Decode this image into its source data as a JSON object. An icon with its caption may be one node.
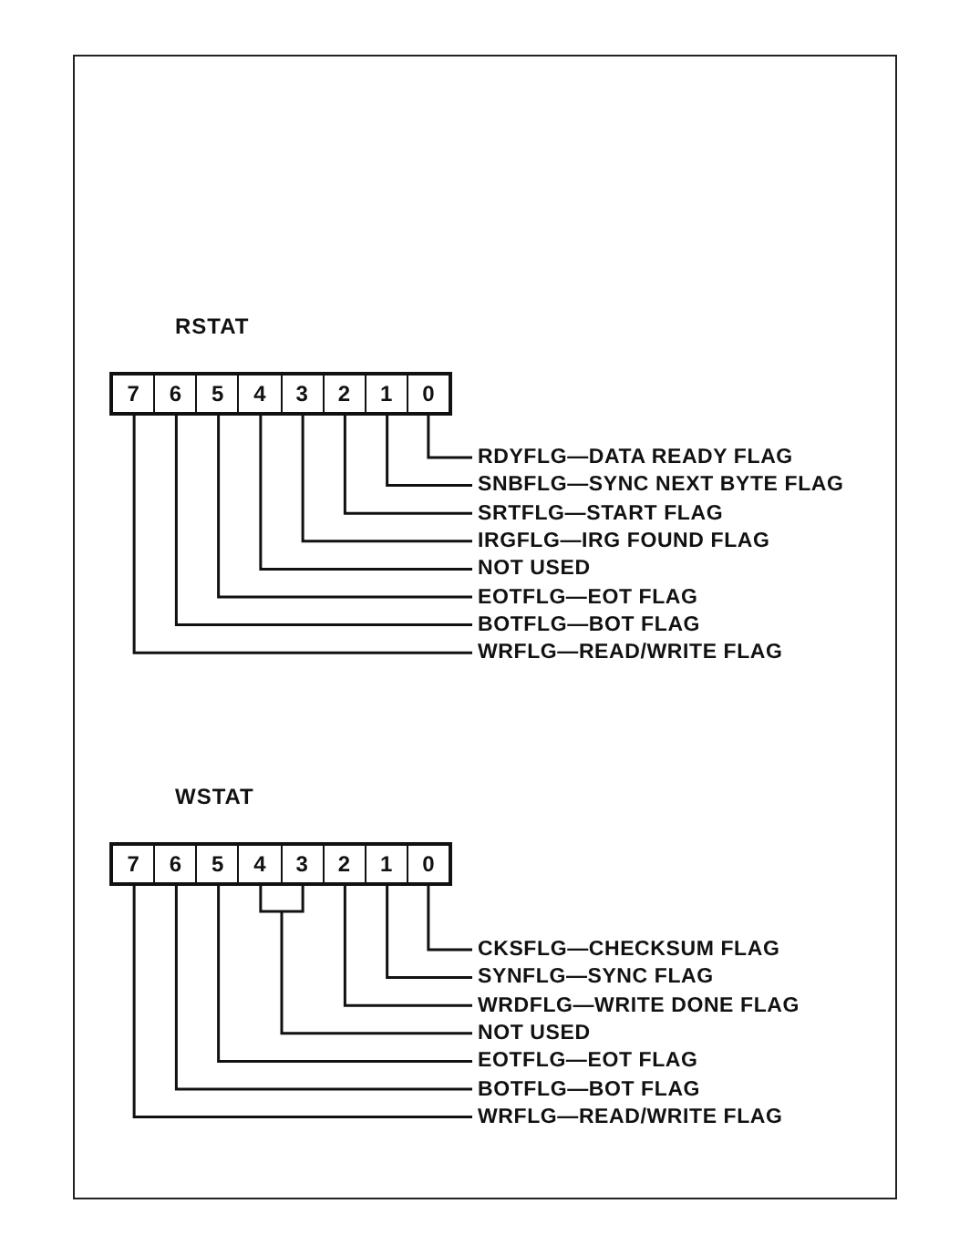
{
  "diagram": {
    "nodes": [
      {
        "text": [
          "RSTAT"
        ]
      },
      {
        "text": [
          "7"
        ],
        "in": 0
      },
      {
        "text": [
          "6"
        ],
        "in": 0
      },
      {
        "text": [
          "5"
        ],
        "in": 0
      },
      {
        "text": [
          "4"
        ],
        "in": 0
      },
      {
        "text": [
          "3"
        ],
        "in": 0
      },
      {
        "text": [
          "2"
        ],
        "in": 0
      },
      {
        "text": [
          "1"
        ],
        "in": 0
      },
      {
        "text": [
          "0"
        ],
        "in": 0
      },
      {
        "text": [
          "RDYFLG—DATA READY FLAG"
        ]
      },
      {
        "text": [
          "SNBFLG—SYNC NEXT BYTE FLAG"
        ]
      },
      {
        "text": [
          "SRTFLG—START FLAG"
        ]
      },
      {
        "text": [
          "IRGFLG—IRG FOUND FLAG"
        ]
      },
      {
        "text": [
          "NOT USED"
        ]
      },
      {
        "text": [
          "EOTFLG—EOT FLAG"
        ]
      },
      {
        "text": [
          "BOTFLG—BOT FLAG"
        ]
      },
      {
        "text": [
          "WRFLG—READ/WRITE FLAG"
        ]
      },
      {
        "text": [
          "WSTAT"
        ]
      },
      {
        "text": [
          "7"
        ],
        "in": 17
      },
      {
        "text": [
          "6"
        ],
        "in": 17
      },
      {
        "text": [
          "5"
        ],
        "in": 17
      },
      {
        "text": [
          "4"
        ],
        "in": 17
      },
      {
        "text": [
          "3"
        ],
        "in": 17
      },
      {
        "text": [
          "2"
        ],
        "in": 17
      },
      {
        "text": [
          "1"
        ],
        "in": 17
      },
      {
        "text": [
          "0"
        ],
        "in": 17
      },
      {
        "text": [
          "CKSFLG—CHECKSUM FLAG"
        ]
      },
      {
        "text": [
          "SYNFLG—SYNC FLAG"
        ]
      },
      {
        "text": [
          "WRDFLG—WRITE DONE FLAG"
        ]
      },
      {
        "text": [
          "NOT USED"
        ]
      },
      {
        "text": [
          "EOTFLG—EOT FLAG"
        ]
      },
      {
        "text": [
          "BOTFLG—BOT FLAG"
        ]
      },
      {
        "text": [
          "WRFLG—READ/WRITE FLAG"
        ]
      }
    ],
    "edges": [
      {
        "from": 8,
        "to": 9,
        "arrow": "none"
      },
      {
        "from": 7,
        "to": 10,
        "arrow": "none"
      },
      {
        "from": 6,
        "to": 11,
        "arrow": "none"
      },
      {
        "from": 5,
        "to": 12,
        "arrow": "none"
      },
      {
        "from": 4,
        "to": 13,
        "arrow": "none"
      },
      {
        "from": 3,
        "to": 14,
        "arrow": "none"
      },
      {
        "from": 2,
        "to": 15,
        "arrow": "none"
      },
      {
        "from": 1,
        "to": 16,
        "arrow": "none"
      },
      {
        "from": 25,
        "to": 26,
        "arrow": "none"
      },
      {
        "from": 24,
        "to": 27,
        "arrow": "none"
      },
      {
        "from": 23,
        "to": 28,
        "arrow": "none"
      },
      {
        "from": 22,
        "to": 29,
        "arrow": "none"
      },
      {
        "from": 21,
        "to": 29,
        "arrow": "none"
      },
      {
        "from": 20,
        "to": 30,
        "arrow": "none"
      },
      {
        "from": 19,
        "to": 31,
        "arrow": "none"
      },
      {
        "from": 18,
        "to": 32,
        "arrow": "none"
      }
    ]
  }
}
